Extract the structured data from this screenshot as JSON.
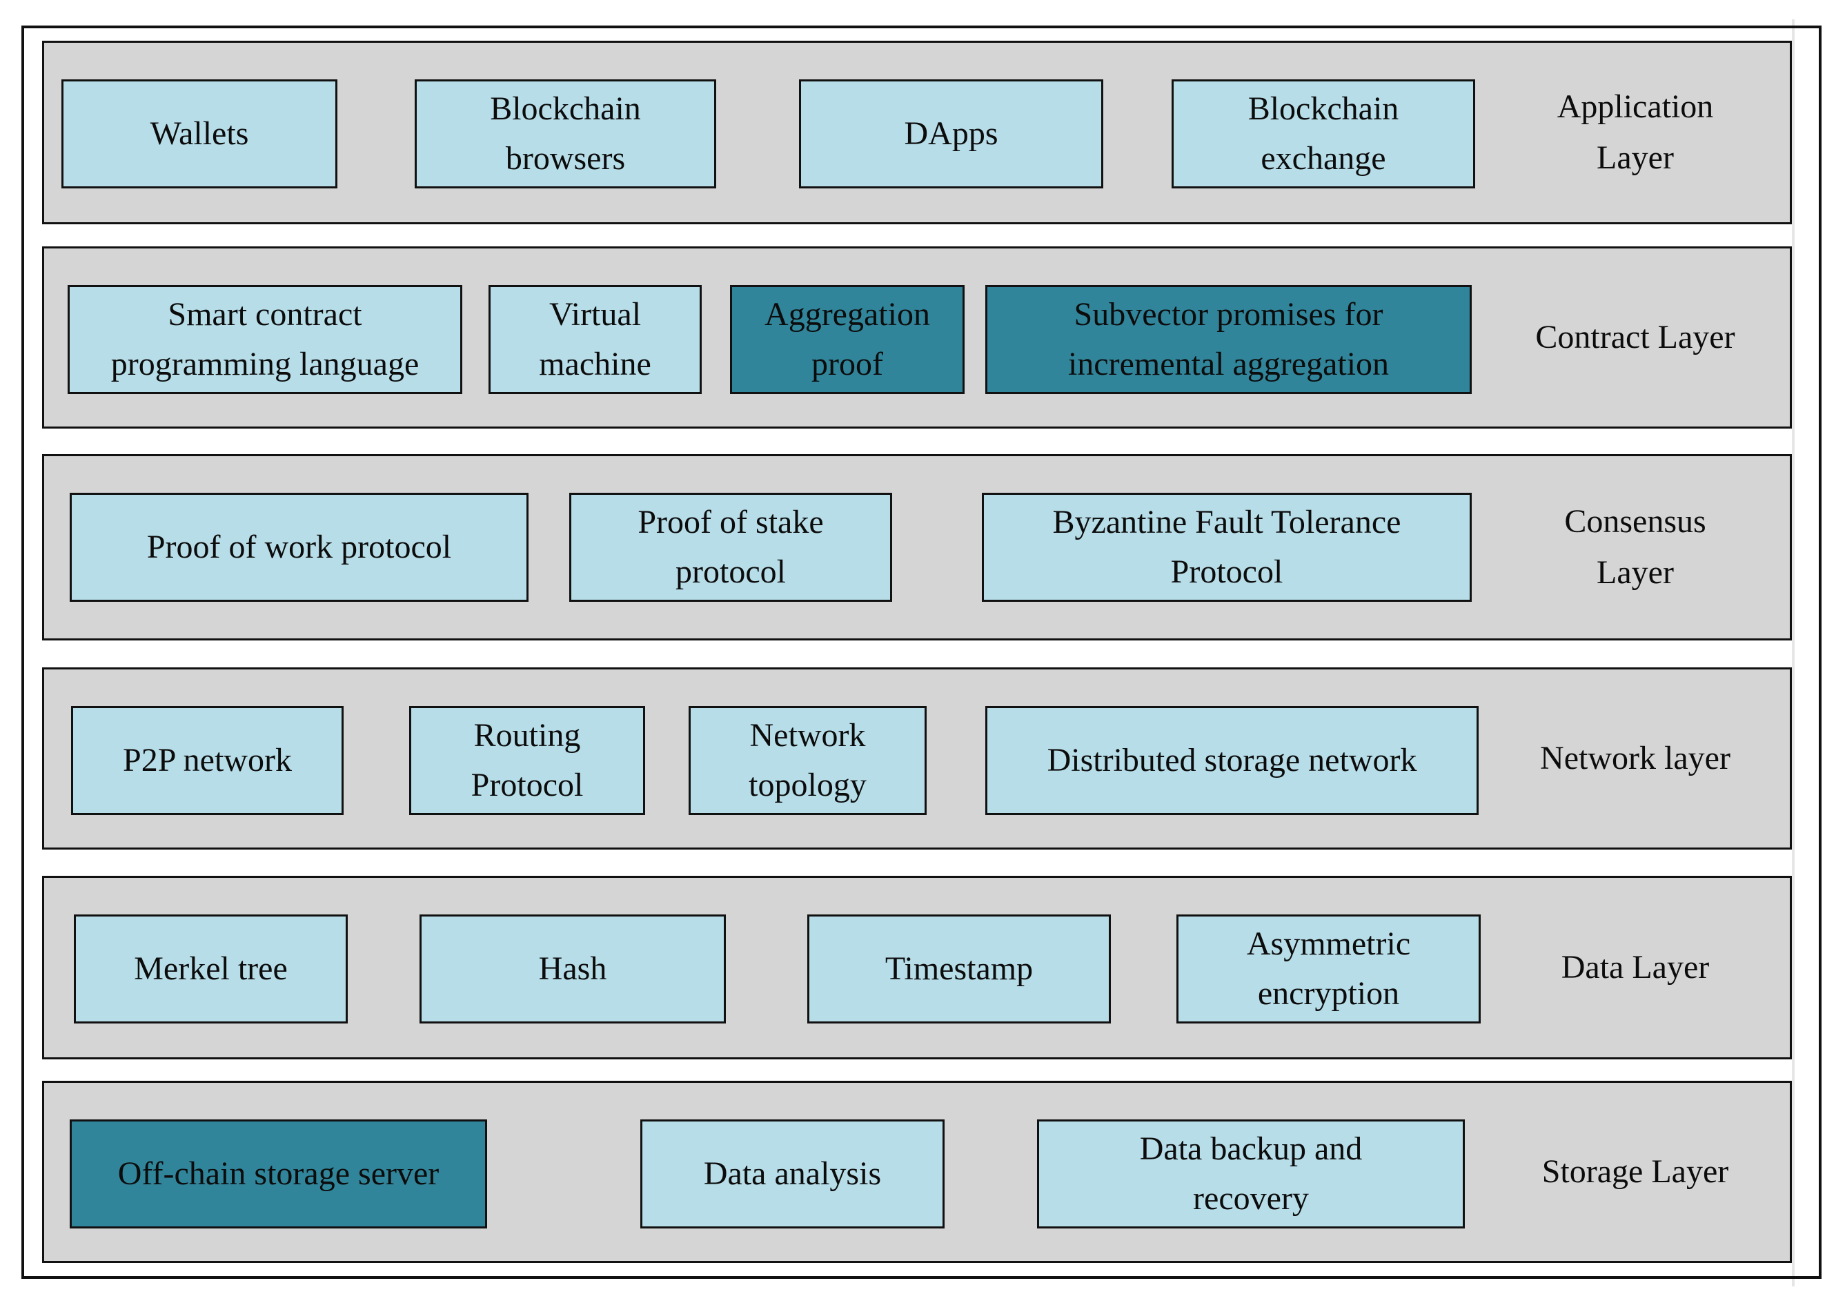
{
  "colors": {
    "box_fill": "#b7dde8",
    "box_highlight": "#31859b",
    "band_fill": "#d5d5d5",
    "border": "#111111"
  },
  "layers": [
    {
      "label": "Application\nLayer",
      "boxes": [
        {
          "text": "Wallets",
          "highlight": false
        },
        {
          "text": "Blockchain\nbrowsers",
          "highlight": false
        },
        {
          "text": "DApps",
          "highlight": false
        },
        {
          "text": "Blockchain\nexchange",
          "highlight": false
        }
      ]
    },
    {
      "label": "Contract Layer",
      "boxes": [
        {
          "text": "Smart contract\nprogramming language",
          "highlight": false
        },
        {
          "text": "Virtual\nmachine",
          "highlight": false
        },
        {
          "text": "Aggregation\nproof",
          "highlight": true
        },
        {
          "text": "Subvector promises for\nincremental aggregation",
          "highlight": true
        }
      ]
    },
    {
      "label": "Consensus\nLayer",
      "boxes": [
        {
          "text": "Proof of work protocol",
          "highlight": false
        },
        {
          "text": "Proof of stake\nprotocol",
          "highlight": false
        },
        {
          "text": "Byzantine Fault Tolerance\nProtocol",
          "highlight": false
        }
      ]
    },
    {
      "label": "Network layer",
      "boxes": [
        {
          "text": "P2P network",
          "highlight": false
        },
        {
          "text": "Routing\nProtocol",
          "highlight": false
        },
        {
          "text": "Network\ntopology",
          "highlight": false
        },
        {
          "text": "Distributed storage network",
          "highlight": false
        }
      ]
    },
    {
      "label": "Data Layer",
      "boxes": [
        {
          "text": "Merkel tree",
          "highlight": false
        },
        {
          "text": "Hash",
          "highlight": false
        },
        {
          "text": "Timestamp",
          "highlight": false
        },
        {
          "text": "Asymmetric\nencryption",
          "highlight": false
        }
      ]
    },
    {
      "label": "Storage Layer",
      "boxes": [
        {
          "text": "Off-chain storage server",
          "highlight": true
        },
        {
          "text": "Data analysis",
          "highlight": false
        },
        {
          "text": "Data backup and\nrecovery",
          "highlight": false
        }
      ]
    }
  ]
}
